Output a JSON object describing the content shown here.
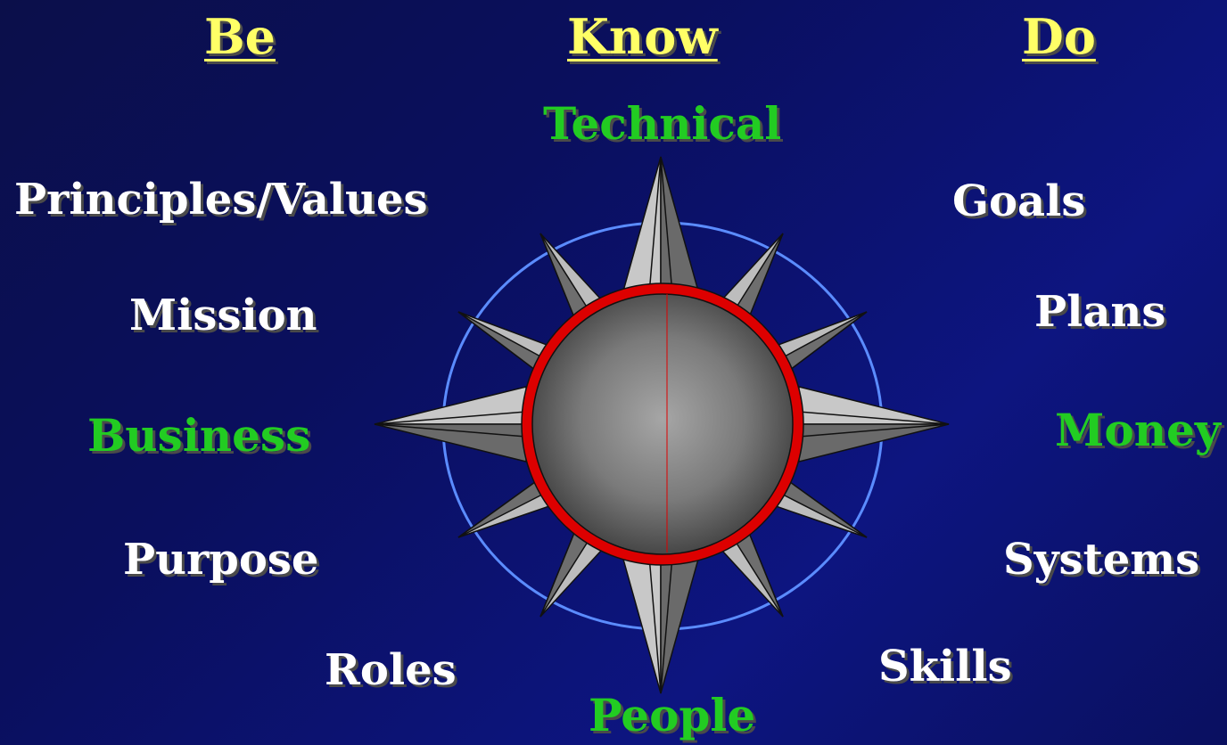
{
  "headings": {
    "be": "Be",
    "know": "Know",
    "do": "Do"
  },
  "compass": {
    "north": "Technical",
    "south": "People",
    "west": "Business",
    "east": "Money"
  },
  "be_items": [
    "Principles/Values",
    "Mission",
    "Purpose",
    "Roles"
  ],
  "do_items": [
    "Goals",
    "Plans",
    "Systems",
    "Skills"
  ],
  "colors": {
    "heading": "#ffff66",
    "compass_point_label": "#22cc22",
    "item_label": "#ffffff",
    "ring": "#dd0000",
    "orbit": "#5b8cff"
  }
}
